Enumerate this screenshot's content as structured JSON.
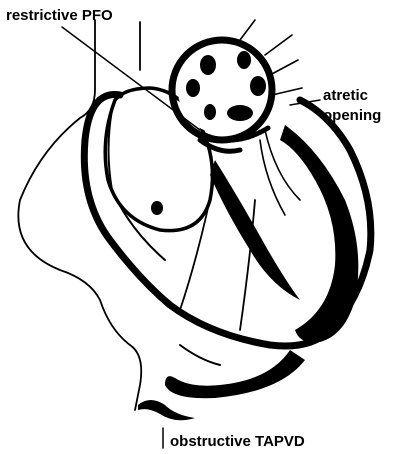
{
  "labels": {
    "restrictive_pfo": "restrictive PFO",
    "atretic_line1": "atretic",
    "atretic_line2": "opening",
    "obstructive_tapvd": "obstructive TAPVD"
  },
  "colors": {
    "ink": "#000000",
    "background": "#ffffff"
  }
}
